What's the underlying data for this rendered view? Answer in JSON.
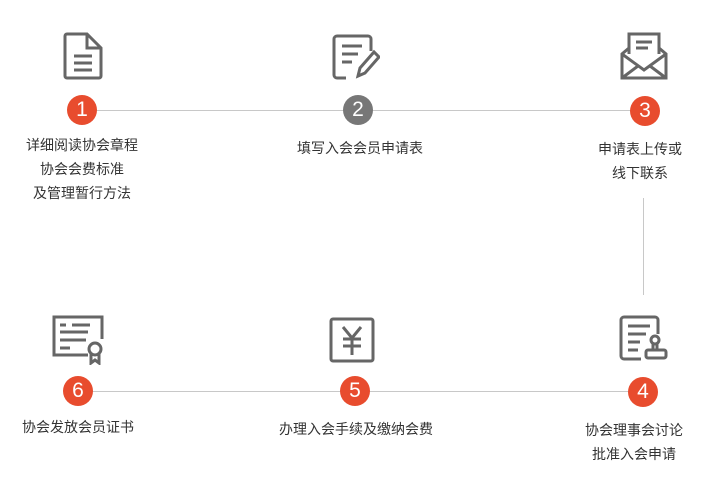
{
  "colors": {
    "accent": "#e84c2e",
    "inactive": "#777777",
    "icon": "#666666",
    "line": "#c8c8c8"
  },
  "steps": [
    {
      "number": "1",
      "icon": "document-icon",
      "state": "active",
      "lines": [
        "详细阅读协会章程",
        "协会会费标准",
        "及管理暂行方法"
      ]
    },
    {
      "number": "2",
      "icon": "edit-form-icon",
      "state": "inactive",
      "lines": [
        "填写入会会员申请表"
      ]
    },
    {
      "number": "3",
      "icon": "envelope-icon",
      "state": "active",
      "lines": [
        "申请表上传或",
        "线下联系"
      ]
    },
    {
      "number": "4",
      "icon": "stamp-document-icon",
      "state": "active",
      "lines": [
        "协会理事会讨论",
        "批准入会申请"
      ]
    },
    {
      "number": "5",
      "icon": "yen-icon",
      "state": "active",
      "lines": [
        "办理入会手续及缴纳会费"
      ]
    },
    {
      "number": "6",
      "icon": "certificate-icon",
      "state": "active",
      "lines": [
        "协会发放会员证书"
      ]
    }
  ]
}
